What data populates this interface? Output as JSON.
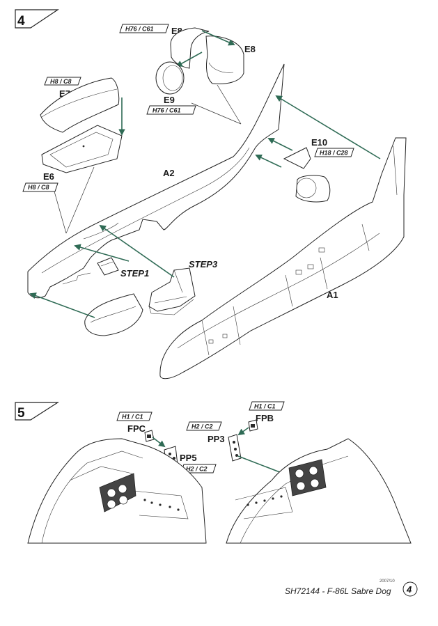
{
  "steps": {
    "step4": {
      "number": "4"
    },
    "step5": {
      "number": "5"
    }
  },
  "parts": {
    "a1": "A1",
    "a2": "A2",
    "e6": "E6",
    "e7": "E7",
    "e8_top": "E8",
    "e8_right": "E8",
    "e9": "E9",
    "e10": "E10",
    "fpc": "FPC",
    "fpb": "FPB",
    "pp3": "PP3",
    "pp5": "PP5"
  },
  "tags": {
    "e8": "H76 / C61",
    "e9": "H76 / C61",
    "e7": "H8 / C8",
    "e6": "H8 / C8",
    "e10": "H18 / C28",
    "fpc": "H1 / C1",
    "fpb": "H1 / C1",
    "pp3": "H2 / C2",
    "pp5": "H2 / C2"
  },
  "sub_steps": {
    "step1": "STEP1",
    "step3": "STEP3"
  },
  "footer": {
    "date": "2007/10",
    "title": "SH72144 - F-86L Sabre Dog",
    "page_number": "4"
  },
  "colors": {
    "arrow": "#2f6b55",
    "line": "#222222",
    "background": "#ffffff"
  }
}
